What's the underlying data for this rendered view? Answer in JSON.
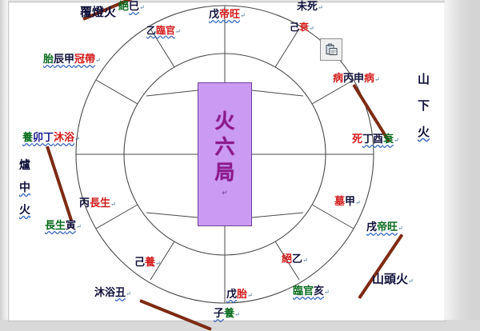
{
  "document": {
    "center_box": {
      "chars": [
        "火",
        "六",
        "局"
      ],
      "pilcrow": "↵",
      "bg_color": "#cb9af2",
      "text_color": "#8b1a8b",
      "border_color": "#6d3fa0"
    },
    "colors": {
      "stem_branch": "#10103a",
      "stage_red": "#d21b1b",
      "stage_green": "#0a6b1e",
      "bar": "#7d2b14",
      "circle_line": "#444444"
    },
    "nayin_labels": [
      {
        "name": "fu-deng-huo",
        "text": "覆燈火",
        "orientation": "horizontal"
      },
      {
        "name": "shan-xia-huo",
        "chars": [
          "山",
          "下",
          "火"
        ],
        "orientation": "vertical"
      },
      {
        "name": "shan-tou-huo",
        "text": "山頭火",
        "orientation": "horizontal"
      },
      {
        "name": "lu-zhong-huo",
        "chars": [
          "爐",
          "中",
          "火"
        ],
        "orientation": "vertical"
      }
    ],
    "ring_labels": [
      {
        "name": "si-position",
        "stage_pre": "絕",
        "stem_branch": "巳",
        "stage_post": "",
        "pilcrow": "↵"
      },
      {
        "name": "yi-position",
        "stage_pre": "",
        "stem_branch": "乙",
        "stage_post": "臨官",
        "pilcrow": "↵"
      },
      {
        "name": "wu-position",
        "stage_pre": "",
        "stem_branch": "戊",
        "stage_post": "帝旺",
        "pilcrow": "↵"
      },
      {
        "name": "wei-position",
        "stage_pre": "",
        "stem_branch": "未",
        "stage_post": "死",
        "pilcrow": "↵"
      },
      {
        "name": "ji-position",
        "stage_pre": "",
        "stem_branch": "己",
        "stage_post": "衰",
        "pilcrow": "↵"
      },
      {
        "name": "bing-shen",
        "stage_pre": "病",
        "stem_branch": "丙申",
        "stage_post": "病",
        "pilcrow": "↵"
      },
      {
        "name": "ding-you",
        "stage_pre": "死",
        "stem_branch": "丁酉",
        "stage_post": "衰",
        "pilcrow": "↵"
      },
      {
        "name": "jia-position",
        "stage_pre": "墓",
        "stem_branch": "甲",
        "stage_post": "",
        "pilcrow": "↵"
      },
      {
        "name": "xu-position",
        "stage_pre": "",
        "stem_branch": "戌",
        "stage_post": "帝旺",
        "pilcrow": "↵"
      },
      {
        "name": "yi-jue",
        "stage_pre": "絕",
        "stem_branch": "乙",
        "stage_post": "",
        "pilcrow": "↵"
      },
      {
        "name": "hai-position",
        "stage_pre": "臨官",
        "stem_branch": "亥",
        "stage_post": "",
        "pilcrow": "↵"
      },
      {
        "name": "wu-tai",
        "stage_pre": "",
        "stem_branch": "戊",
        "stage_post": "胎",
        "pilcrow": "↵"
      },
      {
        "name": "zi-position",
        "stage_pre": "",
        "stem_branch": "子",
        "stage_post": "養",
        "pilcrow": "↵"
      },
      {
        "name": "chou-position",
        "stage_pre": "沐浴",
        "stem_branch": "丑",
        "stage_post": "",
        "pilcrow": "↵"
      },
      {
        "name": "ji-yang",
        "stage_pre": "",
        "stem_branch": "己",
        "stage_post": "養",
        "pilcrow": "↵"
      },
      {
        "name": "yin-position",
        "stage_pre": "長生",
        "stem_branch": "寅",
        "stage_post": "",
        "pilcrow": "↵"
      },
      {
        "name": "bing-chang",
        "stage_pre": "",
        "stem_branch": "丙",
        "stage_post": "長生",
        "pilcrow": "↵"
      },
      {
        "name": "mao-ding",
        "stage_pre": "養",
        "stem_branch": "卯丁",
        "stage_post": "沐浴",
        "pilcrow": "↵"
      },
      {
        "name": "chen-jia",
        "stage_pre": "胎",
        "stem_branch": "辰甲",
        "stage_post": "冠帶",
        "pilcrow": "↵"
      }
    ],
    "icon": {
      "name": "clipboard-paste-icon",
      "glyph": "▤"
    }
  }
}
